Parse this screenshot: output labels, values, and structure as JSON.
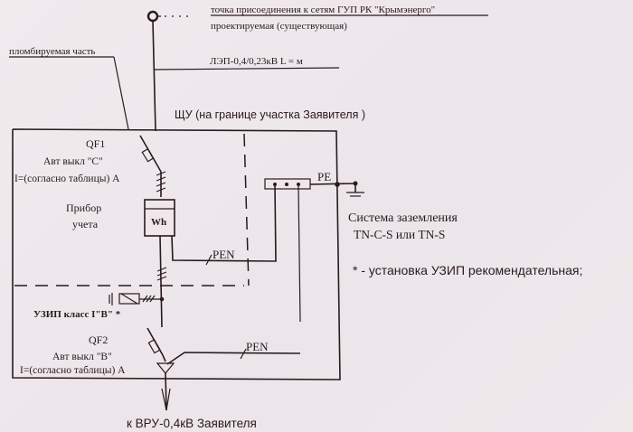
{
  "header": {
    "connection_point": "точка присоединения к сетям ГУП РК \"Крымэнерго\"",
    "status": "проектируемая (существующая)"
  },
  "labels": {
    "sealed_part": "пломбируемая часть",
    "line": "ЛЭП-0,4/0,23кВ L =       м",
    "panel": "ЩУ (на границе участка Заявителя )",
    "qf1_name": "QF1",
    "qf1_type": "Авт  выкл  \"С\"",
    "qf1_current": "I=(согласно таблицы) А",
    "meter_label_1": "Прибор",
    "meter_label_2": "учета",
    "meter_symbol": "Wh",
    "pen_upper": "PEN",
    "pe": "PE",
    "grounding_1": "Система заземления",
    "grounding_2": "TN-C-S или TN-S",
    "note": "* - установка УЗИП рекомендательная;",
    "spd": "УЗИП класс I\"В\" *",
    "qf2_name": "QF2",
    "qf2_type": "Авт  выкл  \"В\"",
    "qf2_current": "I=(согласно таблицы) А",
    "pen_lower": "PEN",
    "output": "к ВРУ-0,4кВ Заявителя"
  },
  "colors": {
    "paper": "#efe8ec",
    "ink": "#2a1a1c"
  }
}
